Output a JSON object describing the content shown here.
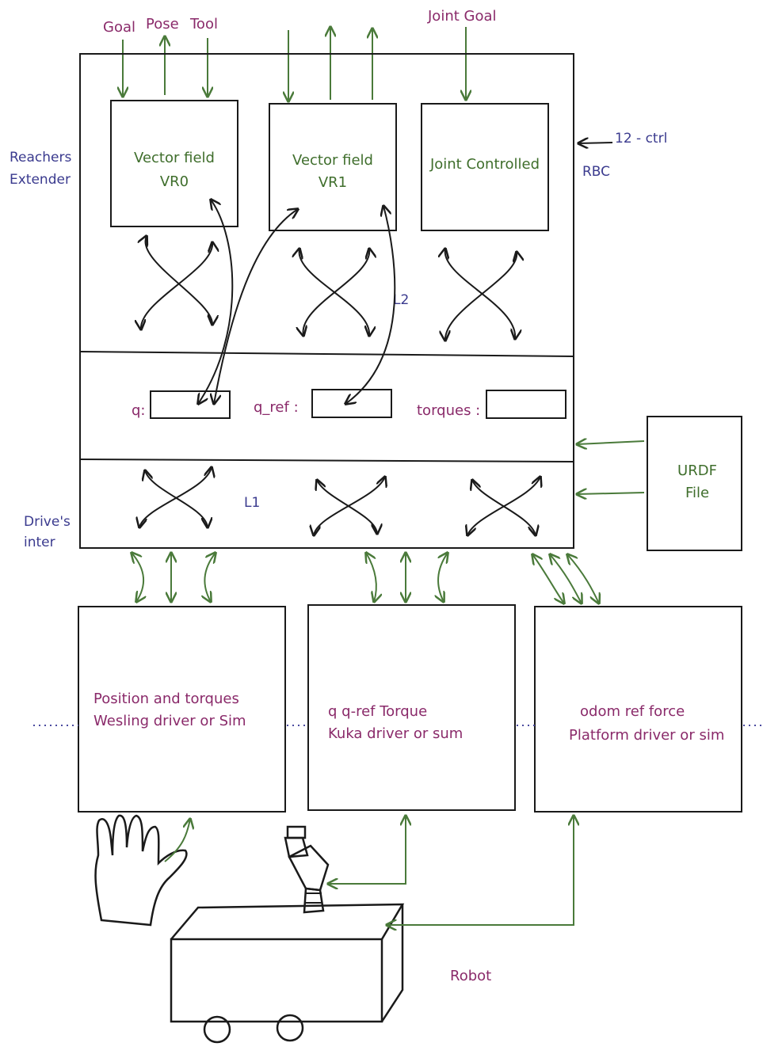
{
  "inputs_top": {
    "goal": "Goal",
    "pose": "Pose",
    "tool": "Tool",
    "joint_goal": "Joint Goal"
  },
  "rbc": {
    "side_left_line1": "Reachers",
    "side_left_line2": "Extender",
    "ctrl_label": "12 - ctrl",
    "rbc_label": "RBC",
    "vr0_line1": "Vector field",
    "vr0_line2": "VR0",
    "vr1_line1": "Vector field",
    "vr1_line2": "VR1",
    "joint_controlled": "Joint Controlled",
    "l2": "L2",
    "q_label": "q:",
    "q_ref_label": "q_ref :",
    "torques_label": "torques :",
    "l1": "L1",
    "drive_line1": "Drive's",
    "drive_line2": "inter"
  },
  "urdf": {
    "line1": "URDF",
    "line2": "File"
  },
  "drivers": [
    {
      "line1": "Position and torques",
      "line2": "Wesling driver or Sim"
    },
    {
      "line1": "q   q-ref  Torque",
      "line2": "Kuka driver or sum"
    },
    {
      "line1": "odom  ref  force",
      "line2": "Platform driver or sim"
    }
  ],
  "robot_label": "Robot",
  "colors": {
    "arrow": "#4a7a3a",
    "magenta_text": "#8a2a6a",
    "green_text": "#3f6e2c",
    "blue_text": "#3a3a8e",
    "outline": "#1a1a1a"
  }
}
